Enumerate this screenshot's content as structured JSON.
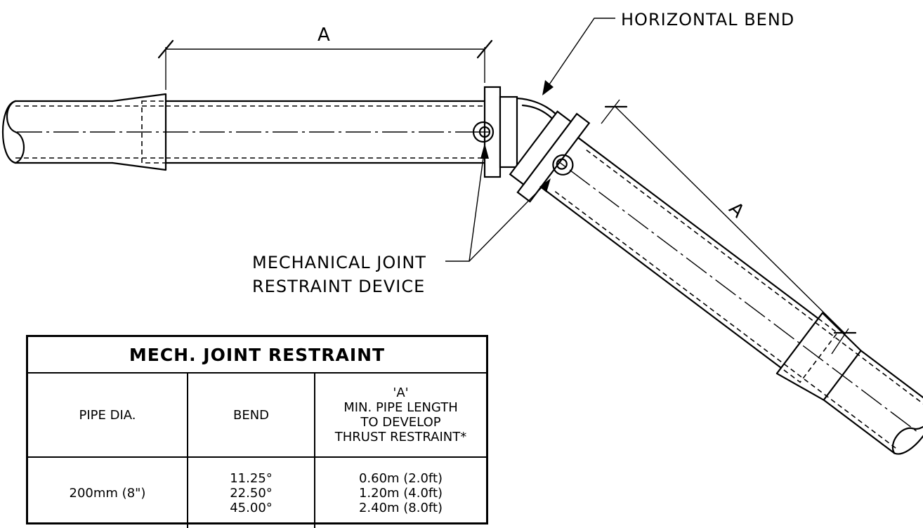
{
  "labels": {
    "horizontal_bend": "HORIZONTAL BEND",
    "mech_joint_line1": "MECHANICAL JOINT",
    "mech_joint_line2": "RESTRAINT DEVICE",
    "dim_a_top": "A",
    "dim_a_diag": "A"
  },
  "table": {
    "title": "MECH. JOINT RESTRAINT",
    "headers": {
      "pipe_dia": "PIPE DIA.",
      "bend": "BEND",
      "a_lines": [
        "'A'",
        "MIN. PIPE LENGTH",
        "TO DEVELOP",
        "THRUST RESTRAINT*"
      ]
    },
    "rows": [
      {
        "pipe_dia": "200mm (8\")",
        "bends": [
          "11.25°",
          "22.50°",
          "45.00°"
        ],
        "lengths": [
          "0.60m (2.0ft)",
          "1.20m (4.0ft)",
          "2.40m (8.0ft)"
        ]
      }
    ]
  }
}
